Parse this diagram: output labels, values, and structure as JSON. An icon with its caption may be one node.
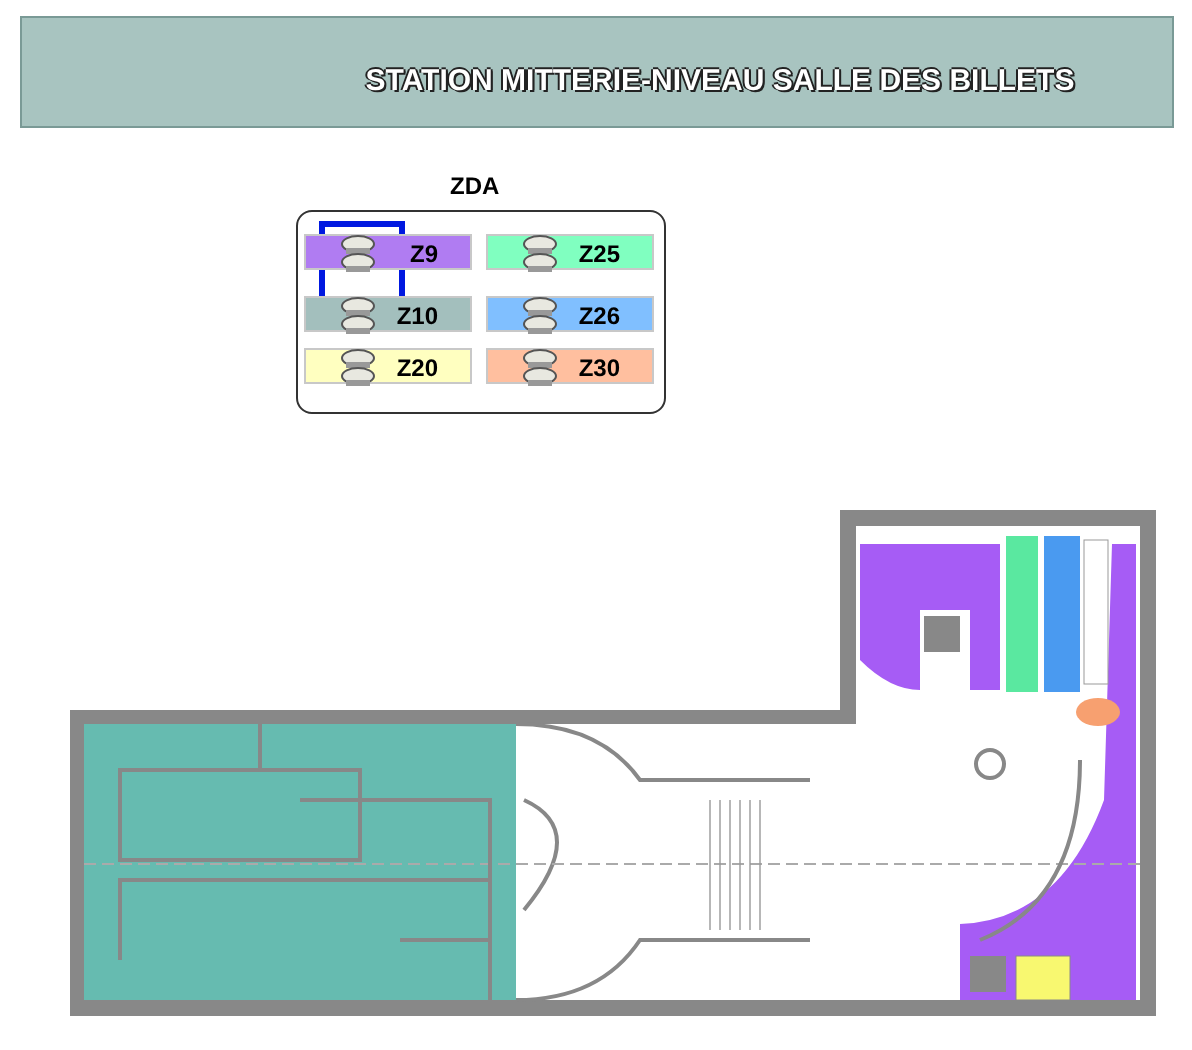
{
  "diagram": {
    "title": "STATION MITTERIE-NIVEAU SALLE DES BILLETS",
    "labels": [
      "ZDA"
    ],
    "legend": [
      {
        "text": "Z9",
        "color": "#b07cf2"
      },
      {
        "text": "Z25",
        "color": "#80ffc0"
      },
      {
        "text": "Z10",
        "color": "#a3bfbd"
      },
      {
        "text": "Z26",
        "color": "#80bfff"
      },
      {
        "text": "Z20",
        "color": "#ffffc0"
      },
      {
        "text": "Z30",
        "color": "#ffbf9f"
      }
    ]
  }
}
